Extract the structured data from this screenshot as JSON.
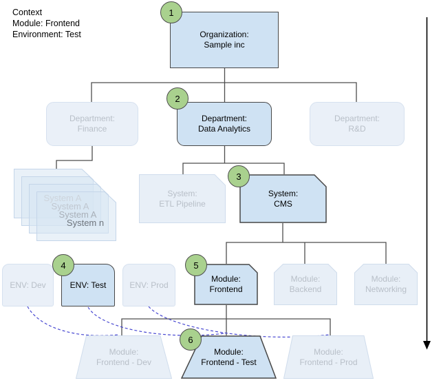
{
  "context": {
    "title": "Context",
    "module": "Module: Frontend",
    "environment": "Environment: Test"
  },
  "badges": {
    "b1": "1",
    "b2": "2",
    "b3": "3",
    "b4": "4",
    "b5": "5",
    "b6": "6"
  },
  "nodes": {
    "org": {
      "line1": "Organization:",
      "line2": "Sample inc"
    },
    "dept_finance": {
      "line1": "Department:",
      "line2": "Finance"
    },
    "dept_data": {
      "line1": "Department:",
      "line2": "Data Analytics"
    },
    "dept_rd": {
      "line1": "Department:",
      "line2": "R&D"
    },
    "system_stack": {
      "labels": [
        "System A",
        "System A",
        "System A",
        "System n"
      ]
    },
    "sys_etl": {
      "line1": "System:",
      "line2": "ETL Pipeline"
    },
    "sys_cms": {
      "line1": "System:",
      "line2": "CMS"
    },
    "env_dev": {
      "label": "ENV: Dev"
    },
    "env_test": {
      "label": "ENV: Test"
    },
    "env_prod": {
      "label": "ENV: Prod"
    },
    "mod_frontend": {
      "line1": "Module:",
      "line2": "Frontend"
    },
    "mod_backend": {
      "line1": "Module:",
      "line2": "Backend"
    },
    "mod_networking": {
      "line1": "Module:",
      "line2": "Networking"
    },
    "trap_dev": {
      "line1": "Module:",
      "line2": "Frontend - Dev"
    },
    "trap_test": {
      "line1": "Module:",
      "line2": "Frontend - Test"
    },
    "trap_prod": {
      "line1": "Module:",
      "line2": "Frontend - Prod"
    }
  },
  "colors": {
    "active_fill": "#cfe2f3",
    "faded_fill": "#e8eff7",
    "badge_fill": "#a9d18e",
    "dashed_line": "#4747d1",
    "connector": "#4d4d4d",
    "faded_text": "#b8bfc8"
  }
}
